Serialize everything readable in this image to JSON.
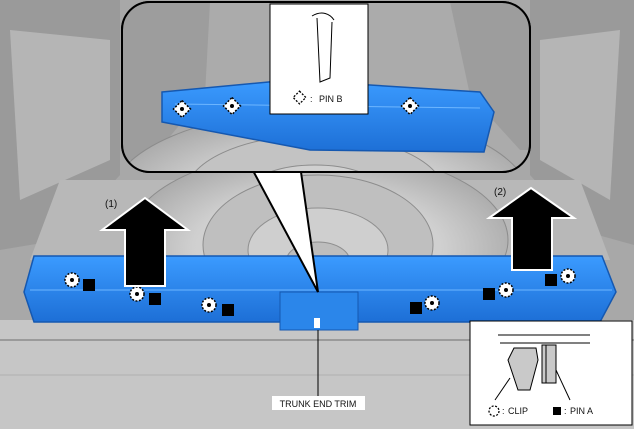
{
  "labels": {
    "arrow_left": "(1)",
    "arrow_right": "(2)",
    "part_name": "TRUNK END TRIM"
  },
  "legend_inset": {
    "clip": "CLIP",
    "pin_a": "PIN A"
  },
  "legend_top": {
    "pin_b": "PIN B"
  },
  "colors": {
    "trim_blue": "#2f8ff2",
    "trim_blue_dark": "#1f6fd0",
    "photo_gray": "#bdbdbd",
    "arrow": "#000000"
  },
  "icons": [
    "arrow-up-icon",
    "clip-icon",
    "pin-a-icon",
    "pin-b-icon"
  ]
}
